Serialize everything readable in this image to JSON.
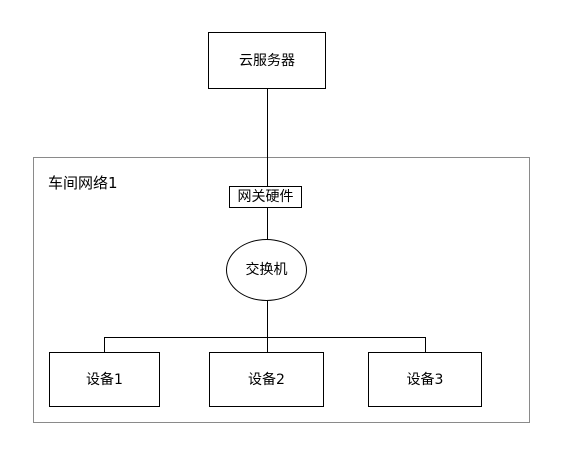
{
  "diagram": {
    "server": "云服务器",
    "workshop_network": "车间网络1",
    "gateway": "网关硬件",
    "switch": "交换机",
    "devices": [
      "设备1",
      "设备2",
      "设备3"
    ]
  }
}
